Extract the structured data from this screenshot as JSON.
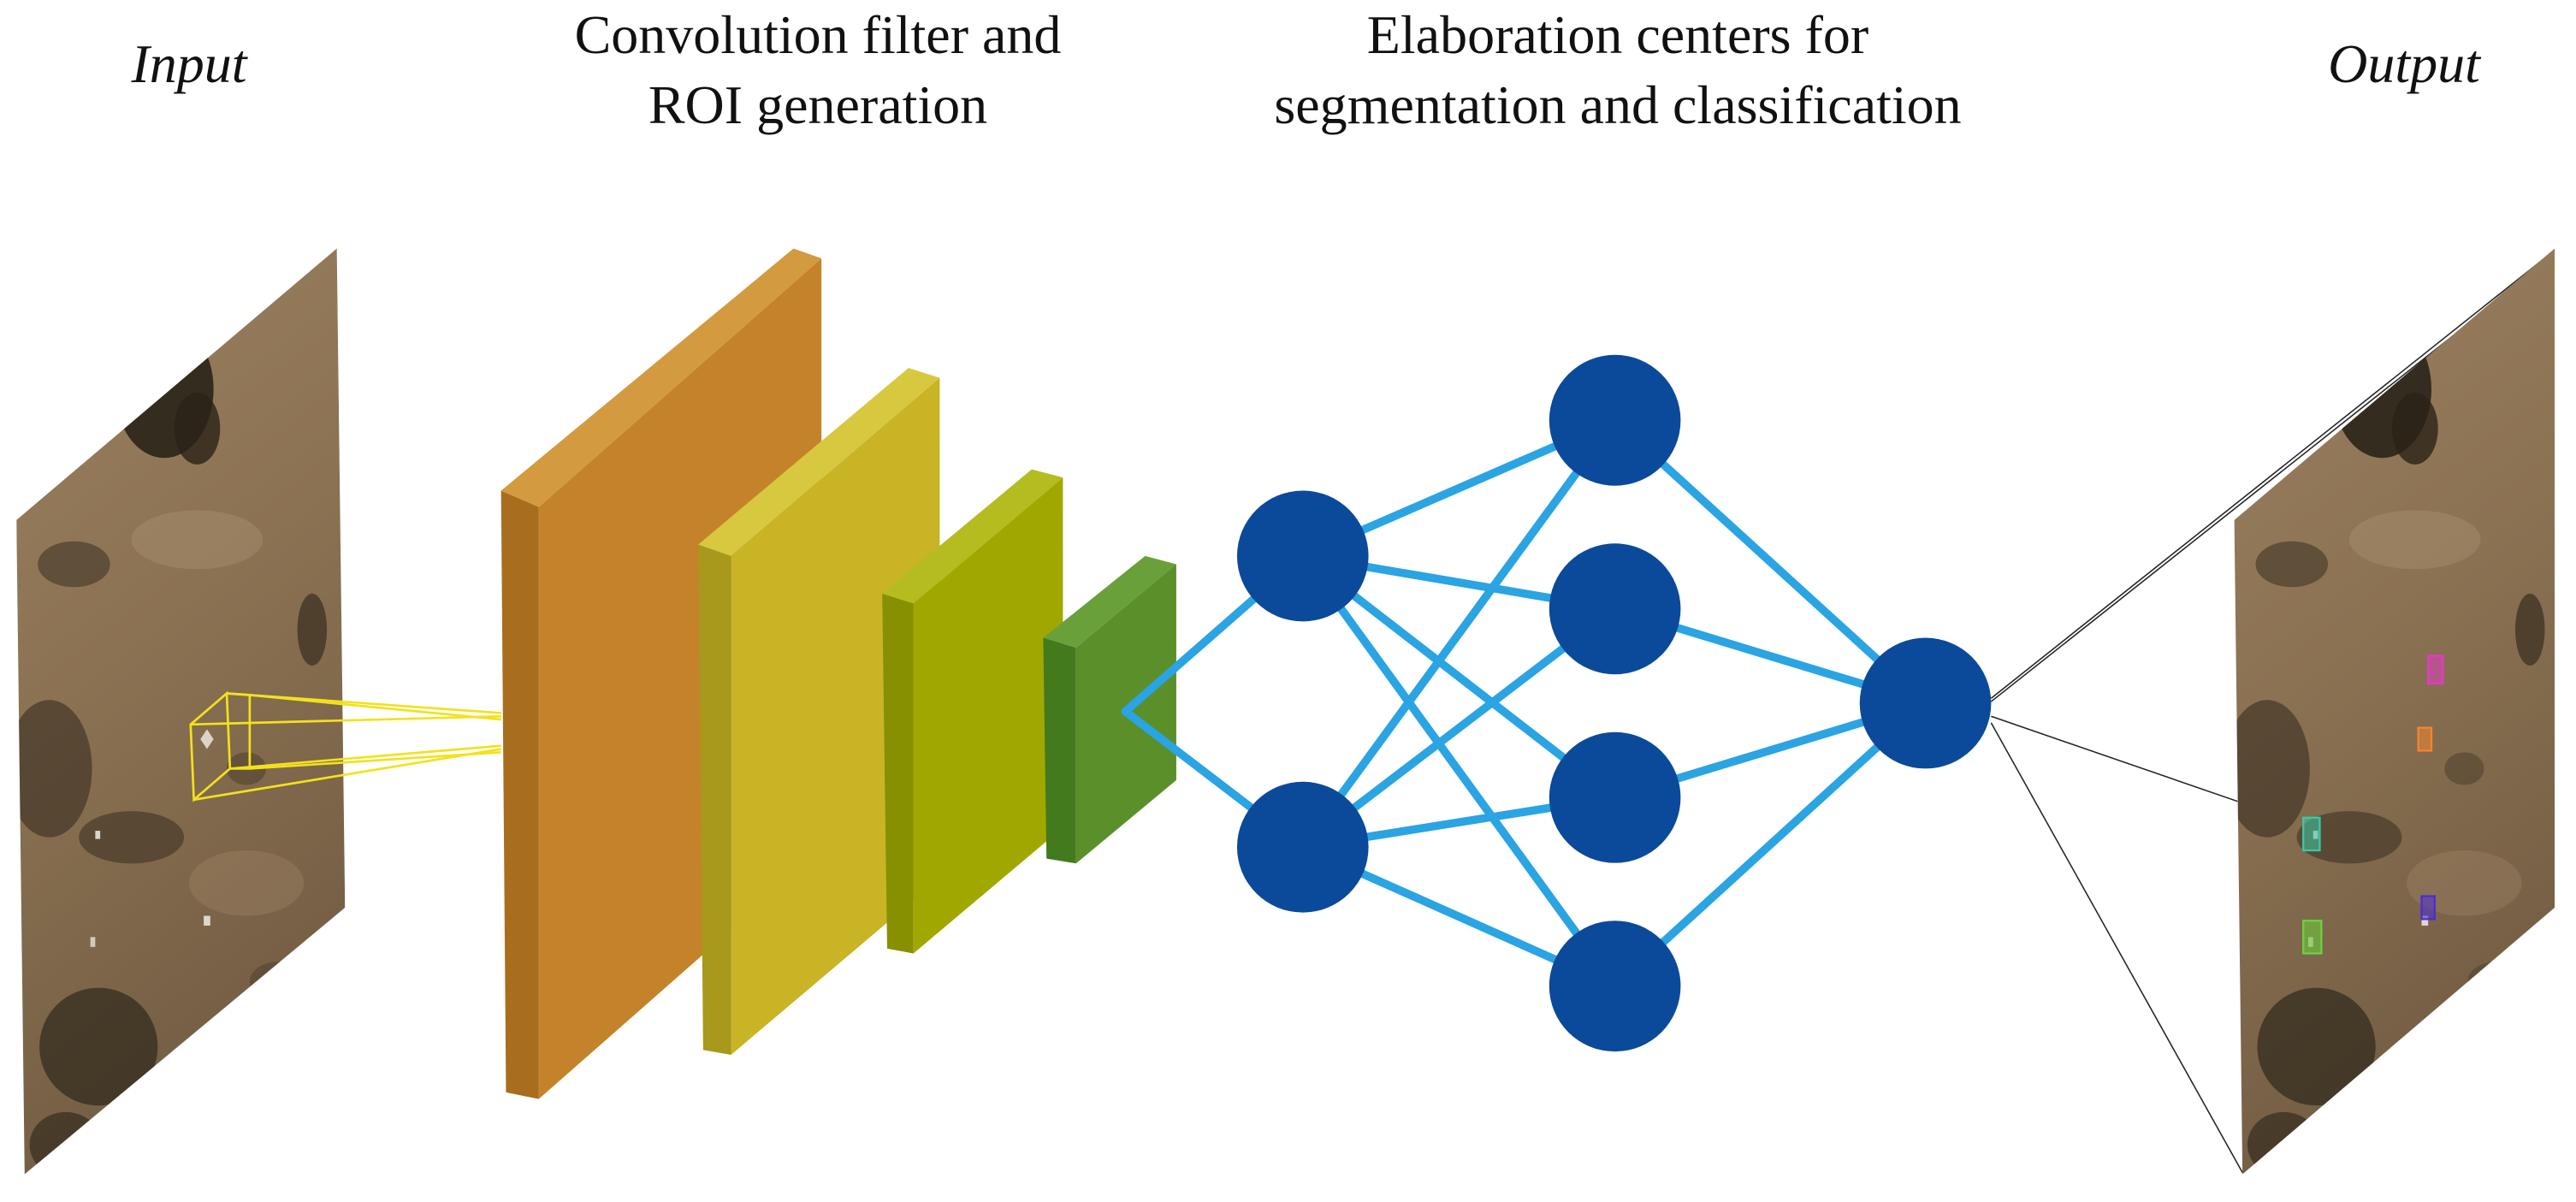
{
  "labels": {
    "input": "Input",
    "conv": [
      "Convolution filter and",
      "ROI generation"
    ],
    "elab": [
      "Elaboration centers for",
      "segmentation and classification"
    ],
    "output": "Output"
  },
  "network": {
    "layers": [
      2,
      4,
      1
    ]
  },
  "colors": {
    "node": "#0B4A9A",
    "edge": "#2AA4E2",
    "roi_box": "#F2E21C",
    "connector_lines": "#222222",
    "slabs": [
      "#C4832A",
      "#C8B425",
      "#A0A800",
      "#5A8F2A"
    ],
    "detections": [
      "#E23CC4",
      "#F0862E",
      "#3CC8A6",
      "#6AD23C",
      "#4A2ED2"
    ]
  }
}
